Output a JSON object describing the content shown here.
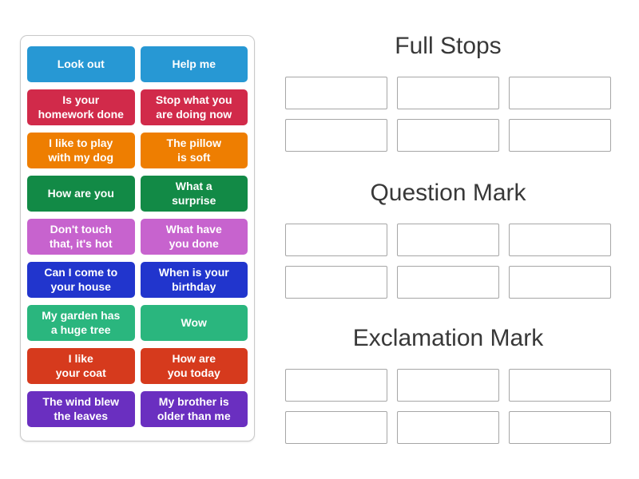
{
  "left_panel": {
    "tiles": [
      {
        "label": "Look out",
        "color": "#2798d4"
      },
      {
        "label": "Help me",
        "color": "#2798d4"
      },
      {
        "label": "Is your\nhomework done",
        "color": "#d12a4a"
      },
      {
        "label": "Stop what you\nare doing now",
        "color": "#d12a4a"
      },
      {
        "label": "I like to play\nwith my dog",
        "color": "#ee7e01"
      },
      {
        "label": "The pillow\nis soft",
        "color": "#ee7e01"
      },
      {
        "label": "How are you",
        "color": "#128a46"
      },
      {
        "label": "What a\nsurprise",
        "color": "#128a46"
      },
      {
        "label": "Don't touch\nthat, it's hot",
        "color": "#c763ce"
      },
      {
        "label": "What have\nyou done",
        "color": "#c763ce"
      },
      {
        "label": "Can I come to\nyour house",
        "color": "#2135cd"
      },
      {
        "label": "When is your\nbirthday",
        "color": "#2135cd"
      },
      {
        "label": "My garden has\na huge tree",
        "color": "#2ab67e"
      },
      {
        "label": "Wow",
        "color": "#2ab67e"
      },
      {
        "label": "I like\nyour coat",
        "color": "#d63a1d"
      },
      {
        "label": "How are\nyou today",
        "color": "#d63a1d"
      },
      {
        "label": "The wind blew\nthe leaves",
        "color": "#6a2fc0"
      },
      {
        "label": "My brother is\nolder than me",
        "color": "#6a2fc0"
      }
    ]
  },
  "groups": [
    {
      "title": "Full Stops",
      "slots": 6
    },
    {
      "title": "Question Mark",
      "slots": 6
    },
    {
      "title": "Exclamation Mark",
      "slots": 6
    }
  ]
}
